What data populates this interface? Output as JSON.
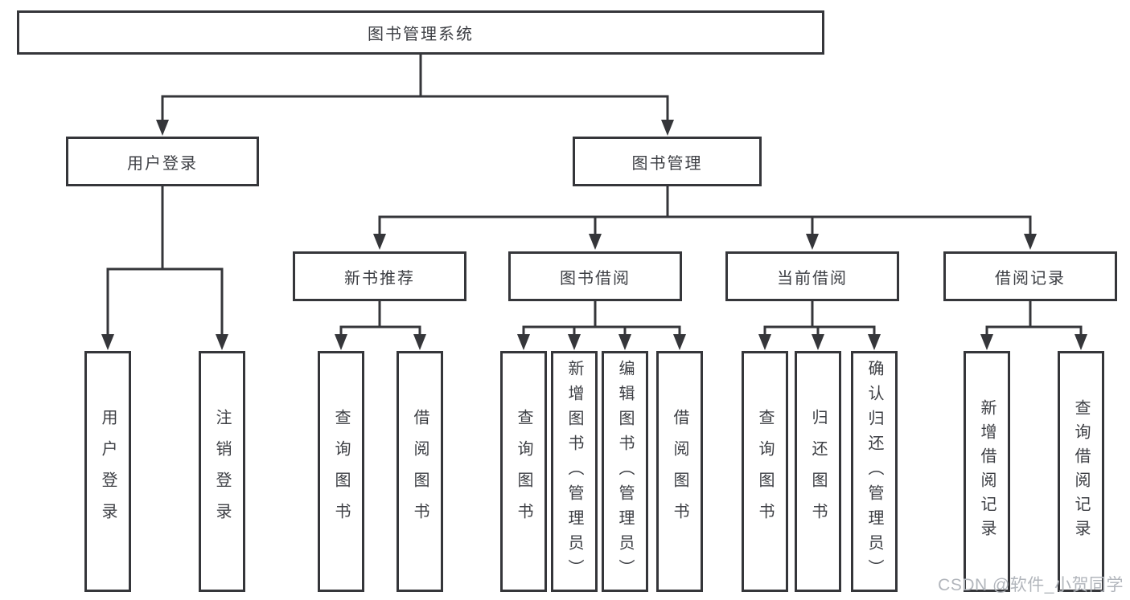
{
  "diagram": {
    "root": {
      "label": "图书管理系统"
    },
    "level2": [
      {
        "label": "用户登录"
      },
      {
        "label": "图书管理"
      }
    ],
    "level3": [
      {
        "label": "新书推荐"
      },
      {
        "label": "图书借阅"
      },
      {
        "label": "当前借阅"
      },
      {
        "label": "借阅记录"
      }
    ],
    "leaves": [
      {
        "label": "用户登录"
      },
      {
        "label": "注销登录"
      },
      {
        "label": "查询图书"
      },
      {
        "label": "借阅图书"
      },
      {
        "label": "查询图书"
      },
      {
        "label": "新增图书（管理员）"
      },
      {
        "label": "编辑图书（管理员）"
      },
      {
        "label": "借阅图书"
      },
      {
        "label": "查询图书"
      },
      {
        "label": "归还图书"
      },
      {
        "label": "确认归还（管理员）"
      },
      {
        "label": "新增借阅记录"
      },
      {
        "label": "查询借阅记录"
      }
    ],
    "colors": {
      "line": "#35363a",
      "text": "#3d3f44",
      "watermark": "#b2b6bc",
      "background": "#ffffff"
    },
    "watermark": "CSDN @软件_小贺同学"
  }
}
